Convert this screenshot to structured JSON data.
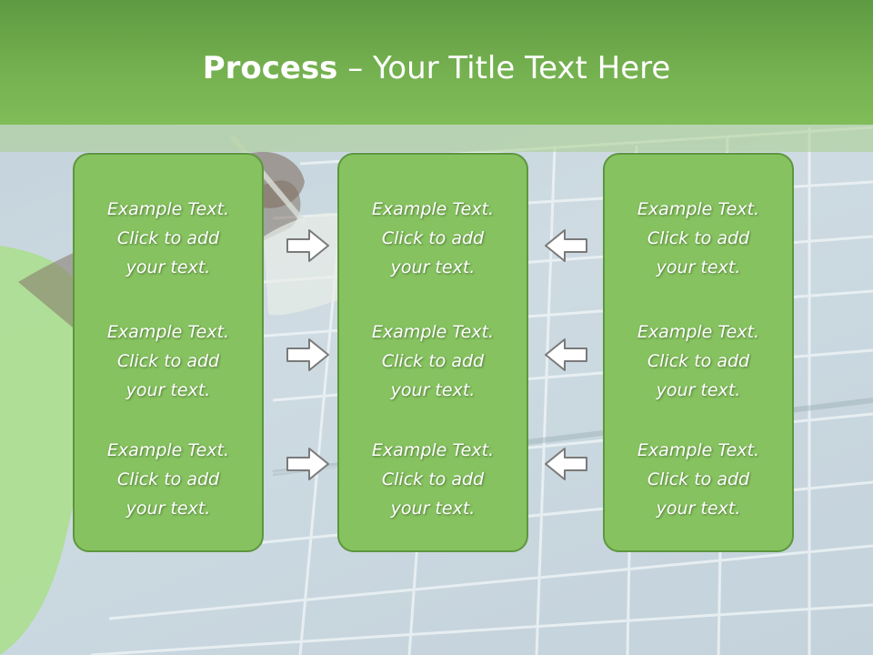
{
  "header": {
    "title_bold": "Process",
    "title_rest": " – Your Title Text Here"
  },
  "columns": [
    {
      "items": [
        {
          "line1": "Example Text.",
          "line2": "Click  to add",
          "line3": "your text."
        },
        {
          "line1": "Example Text.",
          "line2": "Click  to add",
          "line3": "your text."
        },
        {
          "line1": "Example Text.",
          "line2": "Click  to add",
          "line3": "your text."
        }
      ]
    },
    {
      "items": [
        {
          "line1": "Example Text.",
          "line2": "Click  to add",
          "line3": "your text."
        },
        {
          "line1": "Example Text.",
          "line2": "Click  to add",
          "line3": "your text."
        },
        {
          "line1": "Example Text.",
          "line2": "Click  to add",
          "line3": "your text."
        }
      ]
    },
    {
      "items": [
        {
          "line1": "Example Text.",
          "line2": "Click  to add",
          "line3": "your text."
        },
        {
          "line1": "Example Text.",
          "line2": "Click  to add",
          "line3": "your text."
        },
        {
          "line1": "Example Text.",
          "line2": "Click  to add",
          "line3": "your text."
        }
      ]
    }
  ],
  "arrows": {
    "left_group": "right-arrow-icon",
    "right_group": "left-arrow-icon"
  },
  "colors": {
    "header_green": "#74b04f",
    "box_fill": "#86c25f",
    "box_border": "#5e963f",
    "text": "#ffffff"
  }
}
